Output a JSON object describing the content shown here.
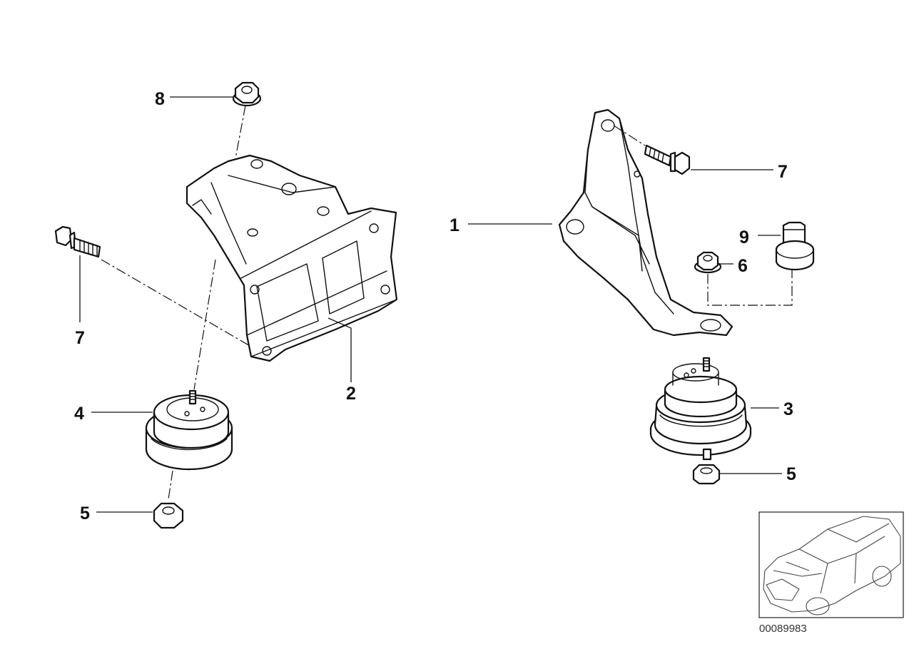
{
  "diagram": {
    "callouts": {
      "label_1": "1",
      "label_2": "2",
      "label_3": "3",
      "label_4": "4",
      "label_5_left": "5",
      "label_5_right": "5",
      "label_6": "6",
      "label_7_left": "7",
      "label_7_right": "7",
      "label_8": "8",
      "label_9": "9"
    },
    "document_number": "00089983",
    "colors": {
      "line": "#111111",
      "background": "#ffffff"
    }
  }
}
